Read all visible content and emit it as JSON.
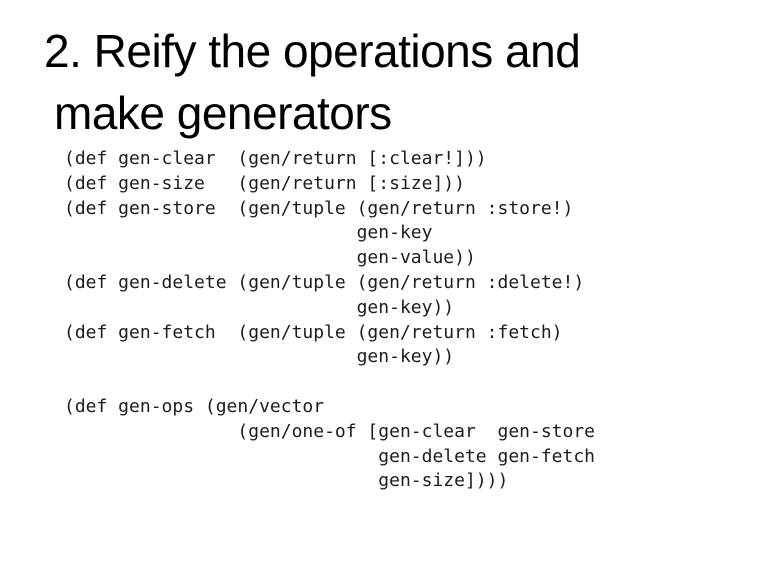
{
  "slide": {
    "title": {
      "line1": "2. Reify the operations and",
      "line2": "make generators"
    },
    "code": {
      "language": "clojure",
      "lines": [
        "(def gen-clear  (gen/return [:clear!]))",
        "(def gen-size   (gen/return [:size]))",
        "(def gen-store  (gen/tuple (gen/return :store!)",
        "                           gen-key",
        "                           gen-value))",
        "(def gen-delete (gen/tuple (gen/return :delete!)",
        "                           gen-key))",
        "(def gen-fetch  (gen/tuple (gen/return :fetch)",
        "                           gen-key))",
        "",
        "(def gen-ops (gen/vector",
        "                (gen/one-of [gen-clear  gen-store",
        "                             gen-delete gen-fetch",
        "                             gen-size])))"
      ]
    },
    "colors": {
      "background": "#ffffff",
      "title_text": "#000000",
      "code_text": "#1c1c1c"
    }
  }
}
